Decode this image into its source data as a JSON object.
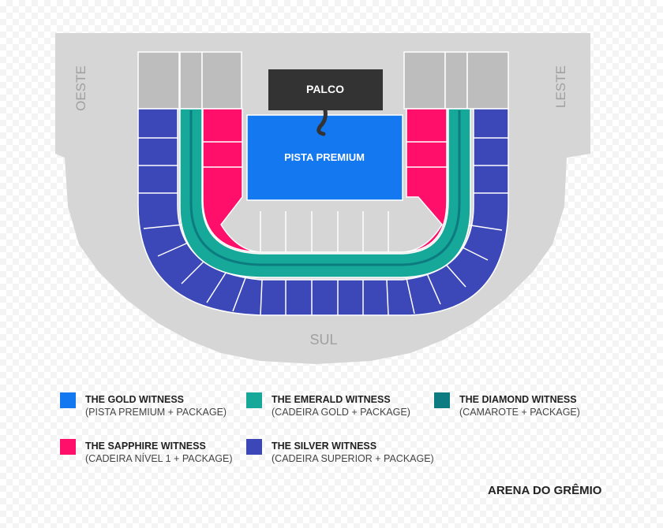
{
  "colors": {
    "gold": "#1478f0",
    "emerald": "#16a899",
    "diamond": "#0d7c80",
    "sapphire": "#ff0f6a",
    "silver": "#3c47b8",
    "restricted": "#bdbdbd",
    "outer": "#d6d6d6",
    "stage": "#333333"
  },
  "map": {
    "stage_label": "PALCO",
    "floor_label": "PISTA PREMIUM",
    "direction_west": "OESTE",
    "direction_east": "LESTE",
    "direction_south": "SUL"
  },
  "legend": [
    {
      "title": "THE GOLD WITNESS",
      "subtitle": "(PISTA PREMIUM + PACKAGE)",
      "color": "#1478f0"
    },
    {
      "title": "THE EMERALD WITNESS",
      "subtitle": "(CADEIRA GOLD + PACKAGE)",
      "color": "#16a899"
    },
    {
      "title": "THE DIAMOND WITNESS",
      "subtitle": "(CAMAROTE + PACKAGE)",
      "color": "#0d7c80"
    },
    {
      "title": "THE SAPPHIRE WITNESS",
      "subtitle": "(CADEIRA NÍVEL 1 + PACKAGE)",
      "color": "#ff0f6a"
    },
    {
      "title": "THE SILVER WITNESS",
      "subtitle": "(CADEIRA SUPERIOR + PACKAGE)",
      "color": "#3c47b8"
    }
  ],
  "venue_name": "ARENA DO GRÊMIO"
}
